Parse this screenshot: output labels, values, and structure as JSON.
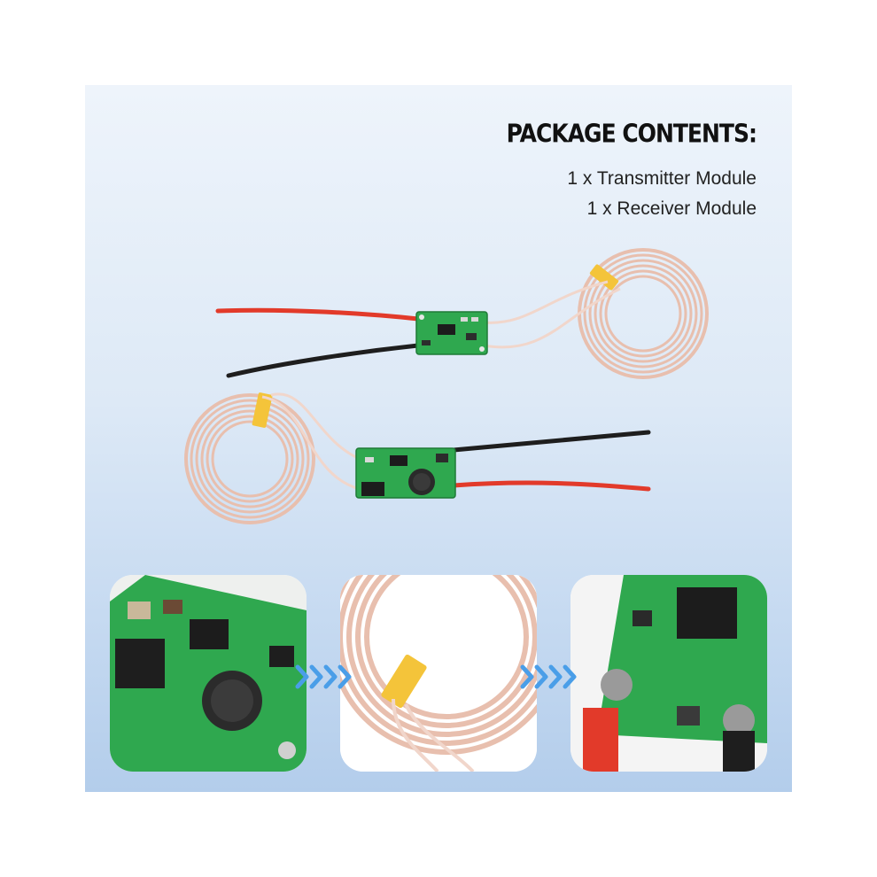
{
  "header": {
    "title": "PACKAGE CONTENTS:",
    "items": [
      "1 x Transmitter Module",
      "1 x Receiver Module"
    ]
  },
  "colors": {
    "background_top": "#eef4fb",
    "background_bottom": "#b3cdeb",
    "pcb_green": "#2fa84f",
    "coil_copper": "#e8bfae",
    "wire_red": "#e23a2a",
    "wire_black": "#1e1e1e",
    "tape_yellow": "#f4c43a",
    "arrow_blue": "#4a9ee8"
  },
  "icons": {
    "chevron": "chevron-right-icon"
  }
}
